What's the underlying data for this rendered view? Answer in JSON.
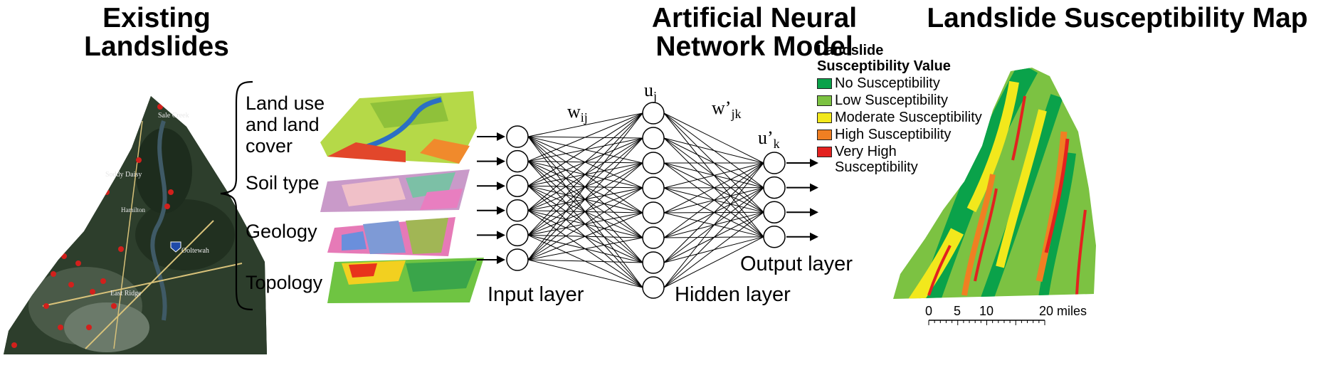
{
  "titles": {
    "existing": "Existing Landslides",
    "existing_line1": "Existing",
    "existing_line2": "Landslides",
    "ann_line1": "Artificial Neural",
    "ann_line2": "Network Model",
    "map": "Landslide Susceptibility Map"
  },
  "inputs": [
    {
      "line1": "Land use",
      "line2": "and land",
      "line3": "cover"
    },
    {
      "line1": "Soil type"
    },
    {
      "line1": "Geology"
    },
    {
      "line1": "Topology"
    }
  ],
  "place_names": [
    "Sale Creek",
    "Soddy Daisy",
    "Hamilton",
    "Ooltewah",
    "East Ridge"
  ],
  "network": {
    "input_nodes": 6,
    "hidden_nodes": 8,
    "output_nodes": 4,
    "weight_input_hidden": "w",
    "weight_input_hidden_sub": "ij",
    "hidden_unit": "u",
    "hidden_unit_sub": "j",
    "weight_hidden_output": "w’",
    "weight_hidden_output_sub": "jk",
    "output_unit": "u’",
    "output_unit_sub": "k",
    "input_layer_label": "Input layer",
    "hidden_layer_label": "Hidden layer",
    "output_layer_label": "Output layer"
  },
  "legend": {
    "title_line1": "Landslide",
    "title_line2": "Susceptibility Value",
    "items": [
      {
        "label": "No Susceptibility",
        "color": "#0aa24a"
      },
      {
        "label": "Low Susceptibility",
        "color": "#7cc242"
      },
      {
        "label": "Moderate Susceptibility",
        "color": "#f2e81c"
      },
      {
        "label": "High Susceptibility",
        "color": "#f07f22"
      },
      {
        "label": "Very High",
        "label2": "Susceptibility",
        "color": "#e3211f"
      }
    ]
  },
  "scale_bar": {
    "ticks": [
      "0",
      "5",
      "10",
      "20 miles"
    ]
  }
}
